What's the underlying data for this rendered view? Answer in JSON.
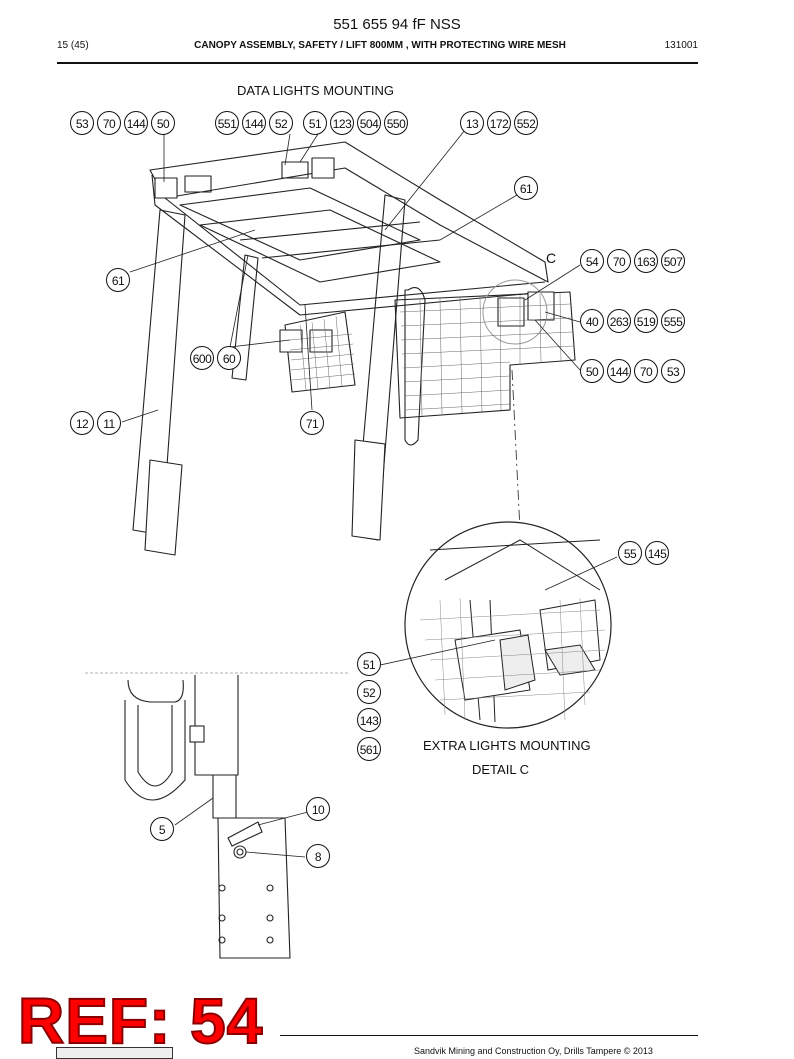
{
  "header": {
    "doc_number": "551 655 94 fF NSS",
    "page": "15 (45)",
    "title": "CANOPY ASSEMBLY, SAFETY / LIFT 800MM , WITH PROTECTING WIRE MESH",
    "date_code": "131001"
  },
  "captions": {
    "data_lights": "DATA LIGHTS MOUNTING",
    "extra_lights": "EXTRA LIGHTS MOUNTING",
    "detail": "DETAIL  C",
    "detail_callout": "C"
  },
  "callouts": [
    {
      "id": "c-53a",
      "label": "53"
    },
    {
      "id": "c-70a",
      "label": "70"
    },
    {
      "id": "c-144a",
      "label": "144"
    },
    {
      "id": "c-50a",
      "label": "50"
    },
    {
      "id": "c-551",
      "label": "551"
    },
    {
      "id": "c-144b",
      "label": "144"
    },
    {
      "id": "c-52a",
      "label": "52"
    },
    {
      "id": "c-51a",
      "label": "51"
    },
    {
      "id": "c-123",
      "label": "123"
    },
    {
      "id": "c-504",
      "label": "504"
    },
    {
      "id": "c-550",
      "label": "550"
    },
    {
      "id": "c-13",
      "label": "13"
    },
    {
      "id": "c-172",
      "label": "172"
    },
    {
      "id": "c-552",
      "label": "552"
    },
    {
      "id": "c-61a",
      "label": "61"
    },
    {
      "id": "c-61b",
      "label": "61"
    },
    {
      "id": "c-54",
      "label": "54"
    },
    {
      "id": "c-70b",
      "label": "70"
    },
    {
      "id": "c-163",
      "label": "163"
    },
    {
      "id": "c-507",
      "label": "507"
    },
    {
      "id": "c-40",
      "label": "40"
    },
    {
      "id": "c-263",
      "label": "263"
    },
    {
      "id": "c-519",
      "label": "519"
    },
    {
      "id": "c-555",
      "label": "555"
    },
    {
      "id": "c-50b",
      "label": "50"
    },
    {
      "id": "c-144c",
      "label": "144"
    },
    {
      "id": "c-70c",
      "label": "70"
    },
    {
      "id": "c-53b",
      "label": "53"
    },
    {
      "id": "c-600",
      "label": "600"
    },
    {
      "id": "c-60",
      "label": "60"
    },
    {
      "id": "c-12",
      "label": "12"
    },
    {
      "id": "c-11",
      "label": "11"
    },
    {
      "id": "c-71",
      "label": "71"
    },
    {
      "id": "c-55",
      "label": "55"
    },
    {
      "id": "c-145",
      "label": "145"
    },
    {
      "id": "c-51b",
      "label": "51"
    },
    {
      "id": "c-52b",
      "label": "52"
    },
    {
      "id": "c-143",
      "label": "143"
    },
    {
      "id": "c-561",
      "label": "561"
    },
    {
      "id": "c-10",
      "label": "10"
    },
    {
      "id": "c-5",
      "label": "5"
    },
    {
      "id": "c-8",
      "label": "8"
    }
  ],
  "stamp": "REF: 54",
  "footer": {
    "text": "Sandvik Mining and Construction Oy, Drills Tampere © 2013"
  }
}
